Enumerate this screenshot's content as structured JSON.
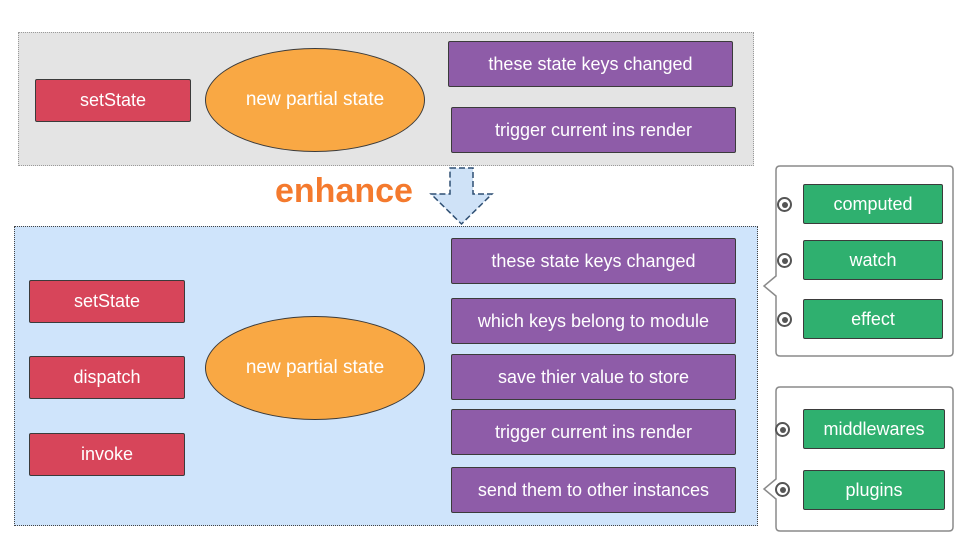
{
  "top": {
    "triggers": [
      "setState"
    ],
    "state_label": "new partial state",
    "steps": [
      "these state keys changed",
      "trigger current ins render"
    ]
  },
  "enhance_label": "enhance",
  "bottom": {
    "triggers": [
      "setState",
      "dispatch",
      "invoke"
    ],
    "state_label": "new partial state",
    "steps": [
      "these state keys changed",
      "which keys belong to module",
      "save thier value to store",
      "trigger current ins render",
      "send them to other instances"
    ]
  },
  "hooks": [
    "computed",
    "watch",
    "effect"
  ],
  "extensions": [
    "middlewares",
    "plugins"
  ],
  "colors": {
    "trigger": "#d7455a",
    "step": "#8e5ca8",
    "option": "#2fb06f",
    "state": "#f9a844",
    "enhance": "#f47a2e"
  }
}
